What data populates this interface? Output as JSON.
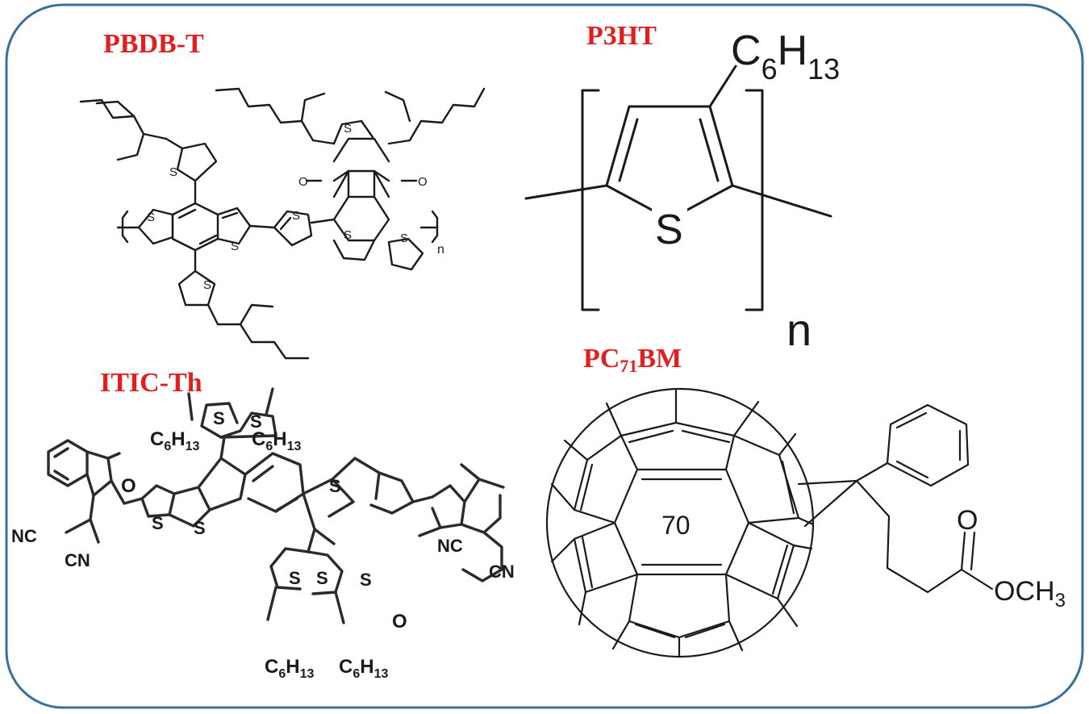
{
  "frame": {
    "border_color": "#3a6f9b"
  },
  "pbdbt": {
    "title": "PBDB-T",
    "atom_s": "S",
    "atom_o": "O",
    "repeat_n": "n"
  },
  "p3ht": {
    "title": "P3HT",
    "c": "C",
    "c_sub": "6",
    "h": "H",
    "h_sub": "13",
    "atom_s": "S",
    "repeat_n": "n"
  },
  "itic": {
    "title": "ITIC-Th",
    "c6h13_c": "C",
    "c6h13_6": "6",
    "c6h13_h": "H",
    "c6h13_13": "13",
    "atom_s": "S",
    "atom_o": "O",
    "nc": "NC",
    "cn": "CN"
  },
  "pcbm": {
    "title_pc": "PC",
    "title_sub": "71",
    "title_bm": "BM",
    "cage_label": "70",
    "atom_o": "O",
    "och3": "OCH",
    "och3_sub": "3"
  },
  "colors": {
    "title_red": "#e31e1e",
    "ink": "#1a1a1a"
  }
}
